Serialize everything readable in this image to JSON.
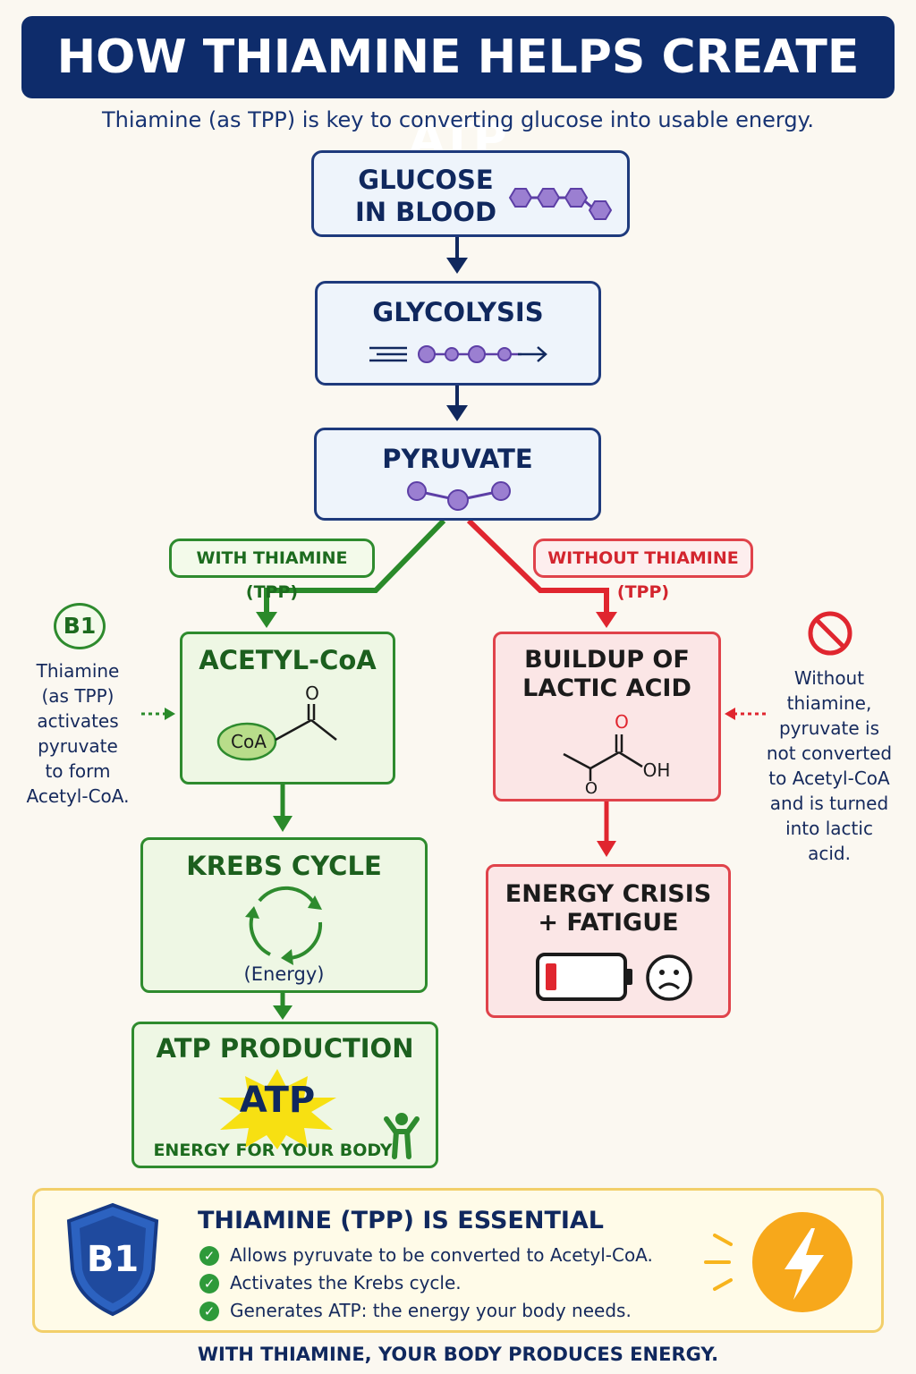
{
  "title": "HOW THIAMINE HELPS CREATE ATP",
  "subtitle": "Thiamine (as TPP) is key to converting glucose into usable energy.",
  "flow": {
    "glucose": [
      "GLUCOSE",
      "IN BLOOD"
    ],
    "glycolysis": "GLYCOLYSIS",
    "pyruvate": "PYRUVATE"
  },
  "branches": {
    "with_label": "WITH THIAMINE (TPP)",
    "without_label": "WITHOUT THIAMINE (TPP)"
  },
  "green_path": {
    "acetyl_coa": "ACETYL-CoA",
    "coa_tag": "CoA",
    "oxygen": "O",
    "krebs": "KREBS CYCLE",
    "krebs_sub": "(Energy)",
    "atp_production": "ATP PRODUCTION",
    "atp_burst": "ATP",
    "energy_body": "ENERGY FOR YOUR BODY"
  },
  "red_path": {
    "lactic": [
      "BUILDUP OF",
      "LACTIC ACID"
    ],
    "oh": "OH",
    "oxygen_top": "O",
    "oxygen_bottom": "O",
    "crisis": [
      "ENERGY CRISIS",
      "+ FATIGUE"
    ]
  },
  "left_note": {
    "badge": "B1",
    "lines": [
      "Thiamine",
      "(as TPP)",
      "activates",
      "pyruvate",
      "to form",
      "Acetyl-CoA."
    ]
  },
  "right_note": {
    "lines": [
      "Without",
      "thiamine,",
      "pyruvate is",
      "not converted",
      "to Acetyl-CoA",
      "and is turned",
      "into lactic acid."
    ]
  },
  "summary": {
    "shield": "B1",
    "title": "THIAMINE (TPP) IS ESSENTIAL",
    "items": [
      "Allows pyruvate to be converted to Acetyl-CoA.",
      "Activates the Krebs cycle.",
      "Generates ATP: the energy your body needs."
    ]
  },
  "footer": "WITH THIAMINE, YOUR BODY PRODUCES ENERGY.",
  "colors": {
    "navy": "#0e2c6b",
    "green": "#2e8b2e",
    "red": "#e0434b",
    "purple": "#9b7fd1",
    "yellow": "#f7b41d"
  },
  "icons": [
    "hexagon-chain-icon",
    "molecule-dots-icon",
    "cycle-arrows-icon",
    "starburst-icon",
    "person-icon",
    "no-sign-icon",
    "battery-low-icon",
    "sad-face-icon",
    "shield-icon",
    "lightning-icon",
    "check-icon"
  ]
}
